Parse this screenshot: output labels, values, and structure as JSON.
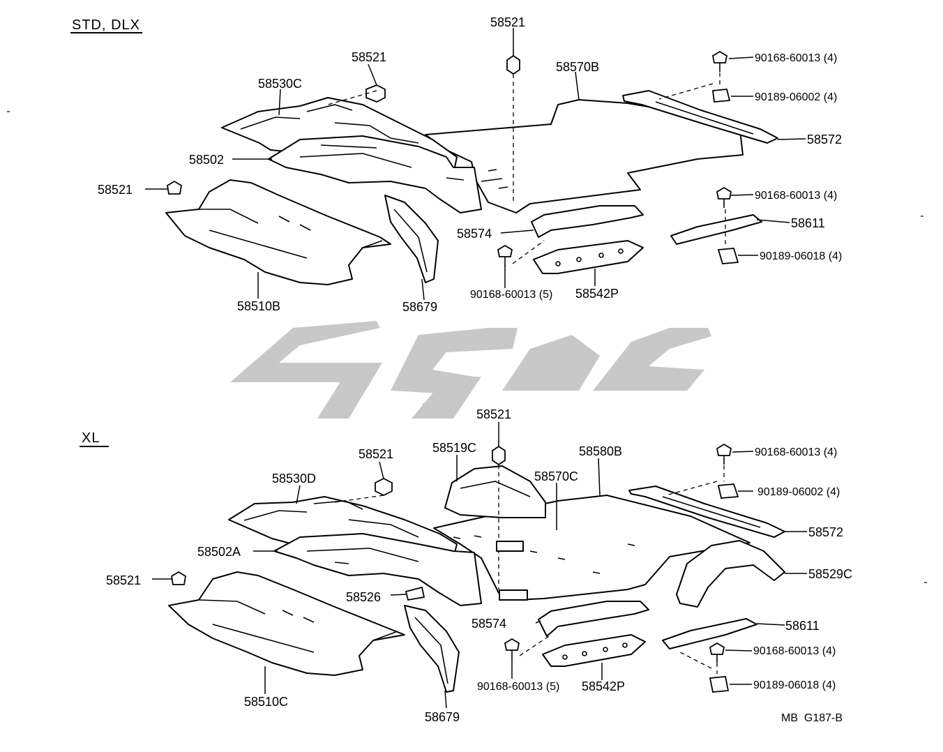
{
  "sections": {
    "top_title": "STD, DLX",
    "bottom_title": "XL"
  },
  "labels": {
    "top": {
      "p58521_a": "58521",
      "p58521_b": "58521",
      "p58521_c": "58521",
      "p58530C": "58530C",
      "p58570B": "58570B",
      "p58502": "58502",
      "p58510B": "58510B",
      "p58679": "58679",
      "p58574": "58574",
      "p58542P": "58542P",
      "p58572": "58572",
      "p58611": "58611",
      "b90168_a": "90168-60013 (4)",
      "n90189_a": "90189-06002 (4)",
      "b90168_b": "90168-60013 (4)",
      "n90189_b": "90189-06018 (4)",
      "b90168_c": "90168-60013 (5)"
    },
    "bottom": {
      "p58521_a": "58521",
      "p58521_b": "58521",
      "p58521_c": "58521",
      "p58519C": "58519C",
      "p58580B": "58580B",
      "p58570C": "58570C",
      "p58530D": "58530D",
      "p58502A": "58502A",
      "p58526": "58526",
      "p58510C": "58510C",
      "p58679": "58679",
      "p58574": "58574",
      "p58542P": "58542P",
      "p58572": "58572",
      "p58529C": "58529C",
      "p58611": "58611",
      "b90168_a": "90168-60013 (4)",
      "n90189_a": "90189-06002 (4)",
      "b90168_b": "90168-60013 (4)",
      "n90189_b": "90189-06018 (4)",
      "b90168_c": "90168-60013 (5)"
    }
  },
  "footer_ref": "MB  G187-B",
  "watermark": {
    "description": "logo",
    "color": "#c8c8c8"
  }
}
